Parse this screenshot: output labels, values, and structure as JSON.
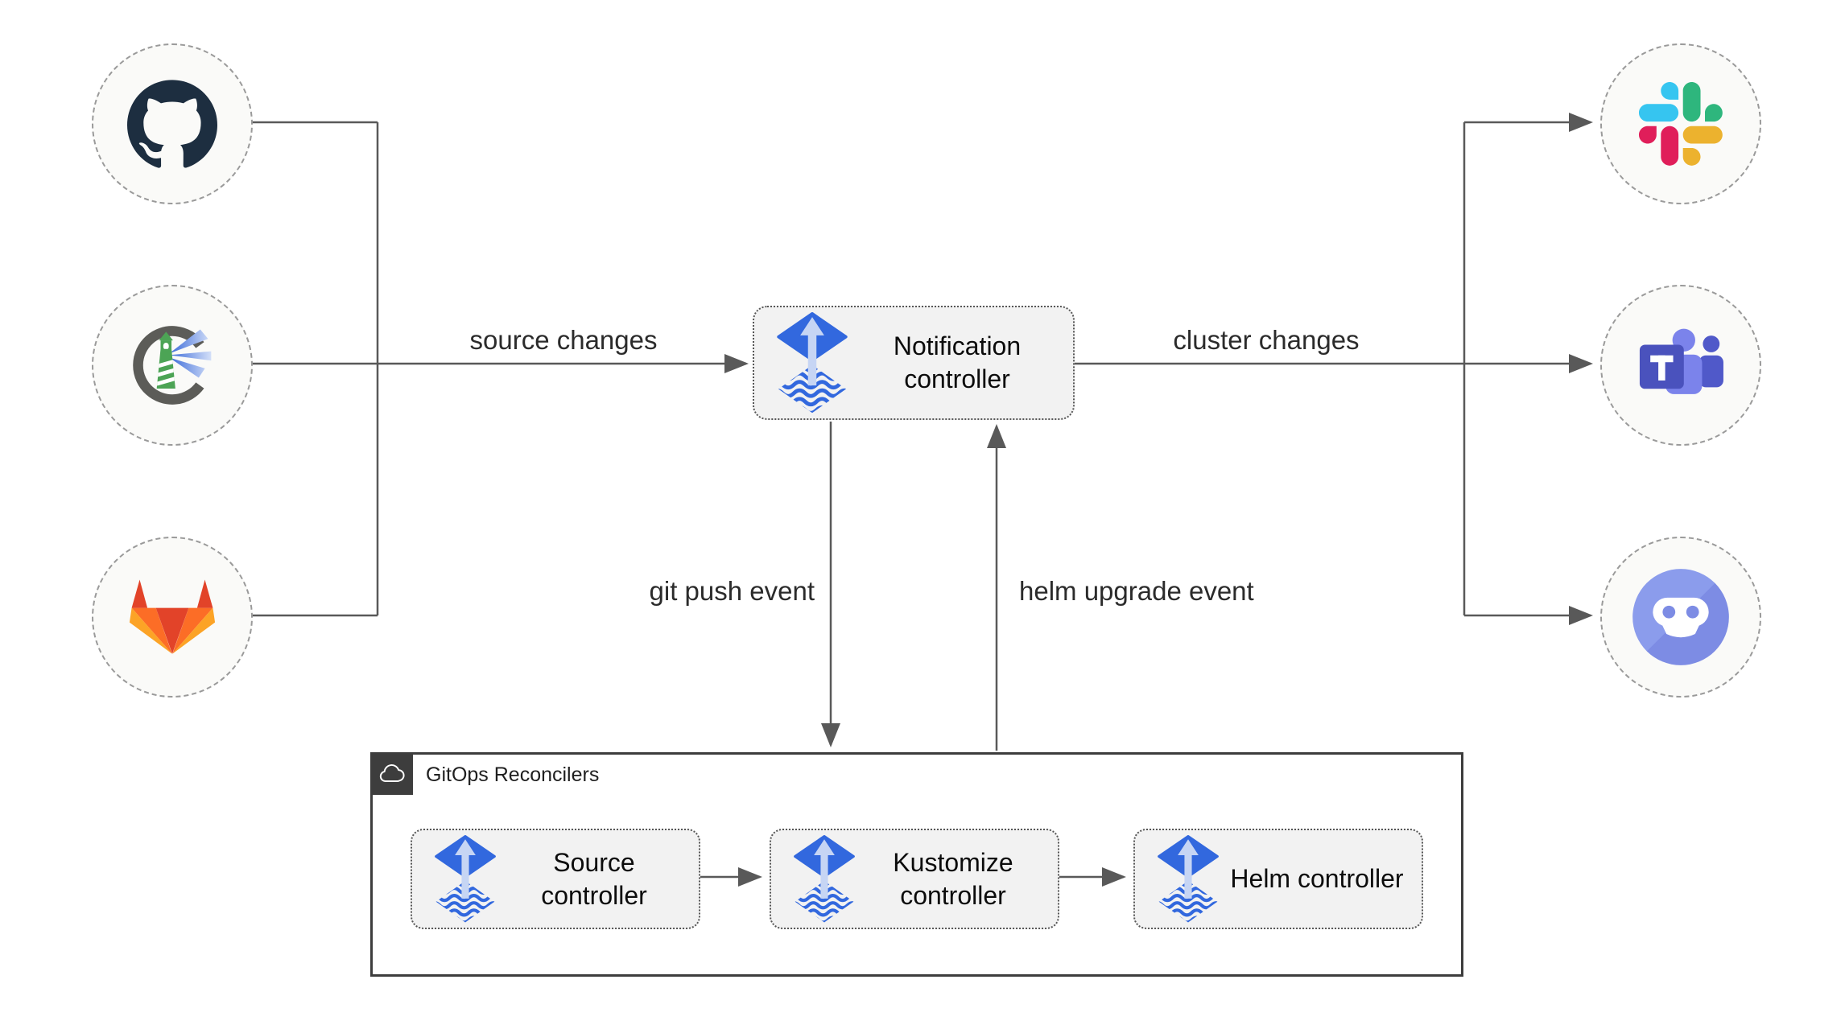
{
  "diagram": {
    "notification_controller": {
      "label": "Notification controller",
      "icon": "flux-icon"
    },
    "edge_labels": {
      "source_changes": "source changes",
      "cluster_changes": "cluster changes",
      "git_push": "git push event",
      "helm_upgrade": "helm upgrade event"
    },
    "reconcilers": {
      "title": "GitOps Reconcilers",
      "corner_icon": "cloud-icon",
      "controllers": [
        {
          "label": "Source controller",
          "icon": "flux-icon"
        },
        {
          "label": "Kustomize controller",
          "icon": "flux-icon"
        },
        {
          "label": "Helm controller",
          "icon": "flux-icon"
        }
      ]
    },
    "source_nodes": [
      {
        "name": "github",
        "icon": "github-icon"
      },
      {
        "name": "harbor",
        "icon": "harbor-icon"
      },
      {
        "name": "gitlab",
        "icon": "gitlab-icon"
      }
    ],
    "target_nodes": [
      {
        "name": "slack",
        "icon": "slack-icon"
      },
      {
        "name": "microsoft-teams",
        "icon": "teams-icon"
      },
      {
        "name": "discord",
        "icon": "discord-icon"
      }
    ],
    "colors": {
      "flux_blue": "#3268de",
      "flux_arrow_light": "#c6d5f4",
      "line_gray": "#595959",
      "box_fill": "#f2f2f2",
      "box_border": "#565656",
      "circle_fill": "#fafaf8",
      "circle_border": "#9a9a9a",
      "outer_box_border": "#3d3d3d",
      "github_dark": "#1d2e40",
      "harbor_gray": "#5c5c58",
      "harbor_green": "#4ca455",
      "harbor_beam_blue": "#3a6ad8",
      "gitlab_red": "#e24329",
      "gitlab_orange": "#fc6d26",
      "gitlab_yellow": "#fca326",
      "slack_blue": "#36c5f0",
      "slack_green": "#2eb67d",
      "slack_yellow": "#ecb22e",
      "slack_pink": "#e01e5a",
      "teams_purple": "#4a52bd",
      "teams_light_purple": "#7b83eb",
      "teams_mid_purple": "#5059c9",
      "discord_blurple": "#7d8ce4"
    }
  }
}
